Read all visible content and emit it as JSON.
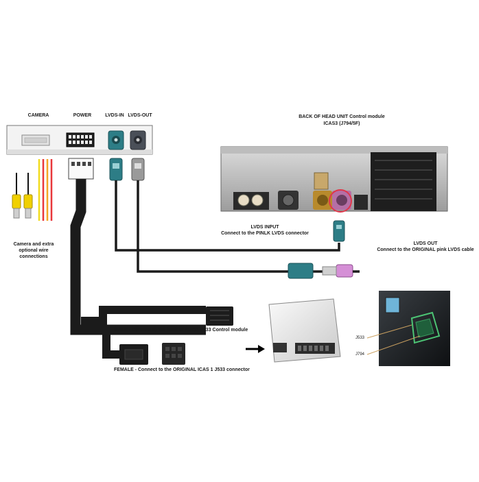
{
  "labels": {
    "camera": "CAMERA",
    "power": "POWER",
    "lvds_in": "LVDS-IN",
    "lvds_out": "LVDS-OUT",
    "head_unit_title": "BACK OF HEAD UNIT Control module",
    "head_unit_model": "ICAS3 (J794/5F)",
    "lvds_input_title": "LVDS  INPUT",
    "lvds_input_desc": "Connect to the PINLK LVDS connector",
    "lvds_out_title": "LVDS OUT",
    "lvds_out_desc": "Connect to the ORIGINAL pink  LVDS cable",
    "camera_extra": "Camera and extra optional wire connections",
    "male_desc": "MALE - Connect to the back of ICAS1 J533 Control module",
    "female_desc": "FEMALE  - Connect to the ORIGINAL ICAS 1 J533 connector",
    "j533": "J533",
    "j794": "J794"
  },
  "colors": {
    "cable": "#1b1b1b",
    "teal": "#2d7d86",
    "pink": "#d58fd6",
    "highlight": "#e0364a",
    "rca_yellow": "#f0d000",
    "wire_red": "#e8363a",
    "wire_orange": "#f5a623",
    "wire_yellow": "#f1dc1f",
    "module_body": "#f2f2f2"
  }
}
